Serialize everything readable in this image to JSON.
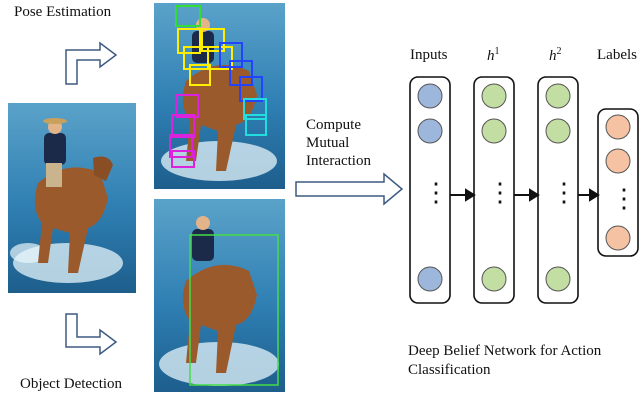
{
  "labels": {
    "pose_estimation": "Pose Estimation",
    "object_detection": "Object Detection",
    "compute_line1": "Compute",
    "compute_line2": "Mutual",
    "compute_line3": "Interaction",
    "caption_line1": "Deep Belief Network for Action",
    "caption_line2": "Classification"
  },
  "network": {
    "layers": [
      {
        "label": "Inputs",
        "italic": false,
        "sup": ""
      },
      {
        "label": "h",
        "italic": true,
        "sup": "1"
      },
      {
        "label": "h",
        "italic": true,
        "sup": "2"
      },
      {
        "label": "Labels",
        "italic": false,
        "sup": ""
      }
    ],
    "ellipsis": "⋮",
    "node_colors": {
      "inputs": "#9db7dc",
      "hidden": "#c3dea2",
      "labels": "#f5c3a3"
    }
  },
  "colors": {
    "arrow_outline": "#3d5a80",
    "pose_boxes": [
      "#33dd33",
      "#ffee00",
      "#2244ff",
      "#22dddd",
      "#dd22dd"
    ],
    "object_box": "#44dd44"
  }
}
